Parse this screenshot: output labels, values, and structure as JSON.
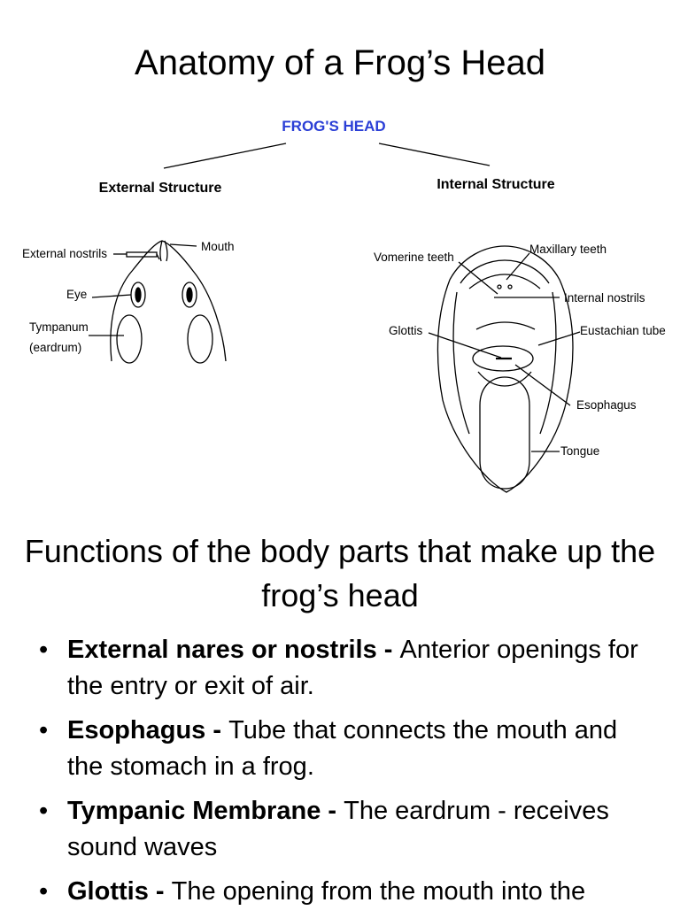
{
  "page": {
    "title": "Anatomy of a Frog’s Head",
    "subtitle": "Functions of the body parts that make up the frog’s head"
  },
  "diagram": {
    "heading": "FROG'S HEAD",
    "heading_color": "#2b3fd6",
    "external": {
      "label": "External Structure",
      "parts": [
        "External nostrils",
        "Mouth",
        "Eye",
        "Tympanum",
        "(eardrum)"
      ]
    },
    "internal": {
      "label": "Internal Structure",
      "parts": [
        "Vomerine teeth",
        "Maxillary teeth",
        "Internal nostrils",
        "Glottis",
        "Eustachian tube",
        "Esophagus",
        "Tongue"
      ]
    }
  },
  "functions": [
    {
      "bullet": "•",
      "term": "External nares or nostrils",
      "sep": " - ",
      "desc": "Anterior openings for the entry or exit of air."
    },
    {
      "bullet": "•",
      "term": "Esophagus",
      "sep": " - ",
      "desc": "Tube that connects the mouth and the stomach in a frog."
    },
    {
      "bullet": "•",
      "term": "Tympanic Membrane",
      "sep": " - ",
      "desc": "The eardrum - receives sound waves"
    },
    {
      "bullet": "•",
      "term": "Glottis",
      "sep": " - ",
      "desc": "The opening from the mouth into the"
    }
  ]
}
